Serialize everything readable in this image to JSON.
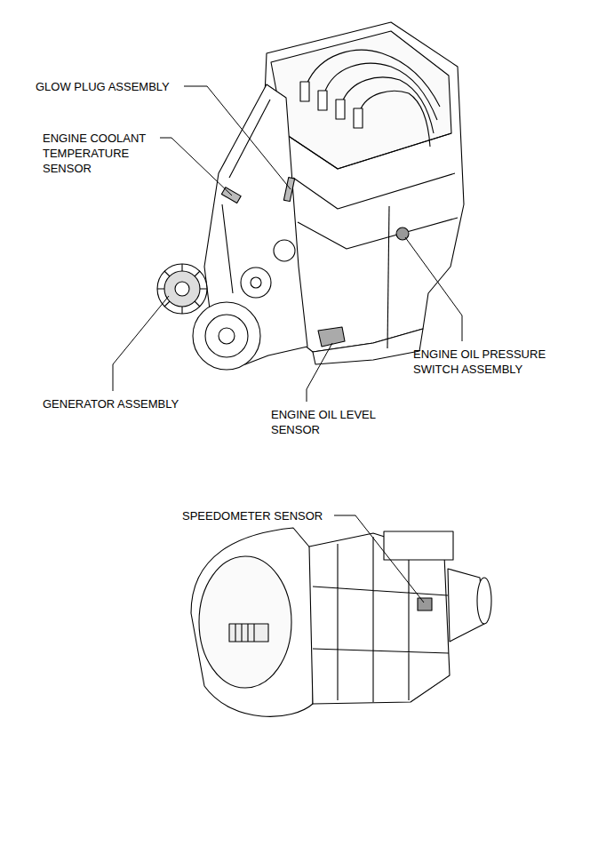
{
  "diagram": {
    "labels": [
      "GLOW PLUG ASSEMBLY",
      "ENGINE COOLANT TEMPERATURE SENSOR",
      "ENGINE OIL PRESSURE SWITCH ASSEMBLY",
      "GENERATOR ASSEMBLY",
      "ENGINE OIL LEVEL SENSOR",
      "SPEEDOMETER SENSOR"
    ]
  }
}
